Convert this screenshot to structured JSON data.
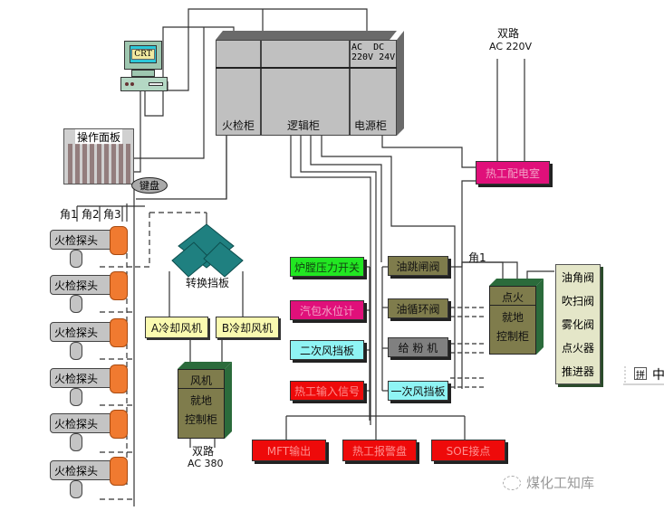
{
  "cabinets": {
    "fire_detect": "火检柜",
    "logic": "逻辑柜",
    "power": "电源柜",
    "power_spec_ac": "AC",
    "power_spec_ac_v": "220V",
    "power_spec_dc": "DC",
    "power_spec_dc_v": "24V"
  },
  "operator": {
    "crt_label": "CRT",
    "panel_title": "操作面板",
    "keyboard": "键盘"
  },
  "power_supply": {
    "title": "双路",
    "spec": "AC 220V",
    "distribution_room": "热工配电室"
  },
  "angles": [
    "角1",
    "角2",
    "角3"
  ],
  "probes": [
    "火检探头",
    "火检探头",
    "火检探头",
    "火检探头",
    "火检探头",
    "火检探头"
  ],
  "damper": {
    "label": "转换挡板",
    "fan_a": "A冷却风机",
    "fan_b": "B冷却风机"
  },
  "fan_cabinet": {
    "top": "风机",
    "line1": "就地",
    "line2": "控制柜",
    "supply_title": "双路",
    "supply_spec": "AC 380"
  },
  "inputs": [
    {
      "label": "炉膛压力开关",
      "color": "#22e622"
    },
    {
      "label": "汽包水位计",
      "color": "#e0107a"
    },
    {
      "label": "二次风挡板",
      "color": "#8ff4f4"
    },
    {
      "label": "热工输入信号",
      "color": "#ee0a0a"
    }
  ],
  "equipment": [
    {
      "label": "油跳闸阀"
    },
    {
      "label": "油循环阀"
    },
    {
      "label": "给 粉 机"
    },
    {
      "label": "一次风挡板"
    }
  ],
  "ignition_cabinet": {
    "top": "点火",
    "line1": "就地",
    "line2": "控制柜",
    "angle_label": "角1"
  },
  "ignition_devices": [
    "油角阀",
    "吹扫阀",
    "雾化阀",
    "点火器",
    "推进器"
  ],
  "outputs": [
    "MFT输出",
    "热工报警盘",
    "SOE接点"
  ],
  "watermark": "煤化工知库",
  "ime": {
    "mode": "拼",
    "lang": "中"
  }
}
